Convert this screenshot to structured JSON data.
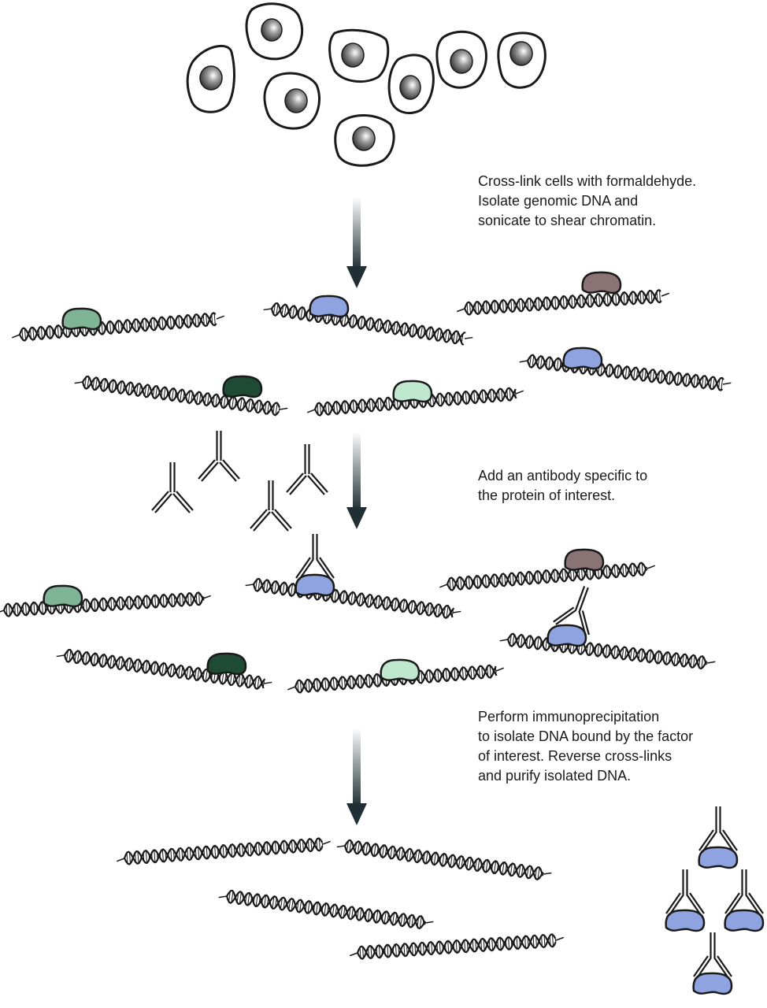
{
  "steps": [
    {
      "lines": [
        "Cross-link cells with formaldehyde.",
        "Isolate genomic DNA and",
        "sonicate to shear chromatin."
      ]
    },
    {
      "lines": [
        "Add an antibody specific to",
        "the protein of interest."
      ]
    },
    {
      "lines": [
        "Perform immunoprecipitation",
        "to isolate DNA bound by the factor",
        "of interest. Reverse cross-links",
        "and purify isolated DNA."
      ]
    }
  ],
  "colors": {
    "outline": "#1a1a1a",
    "protein_light_green": "#7fb495",
    "protein_dark_green": "#1f4a34",
    "protein_mint": "#bfe8cf",
    "protein_blue": "#8fa3e0",
    "protein_mauve": "#8a7275",
    "arrow_top": "#ffffff",
    "arrow_bottom": "#1f2f33"
  }
}
